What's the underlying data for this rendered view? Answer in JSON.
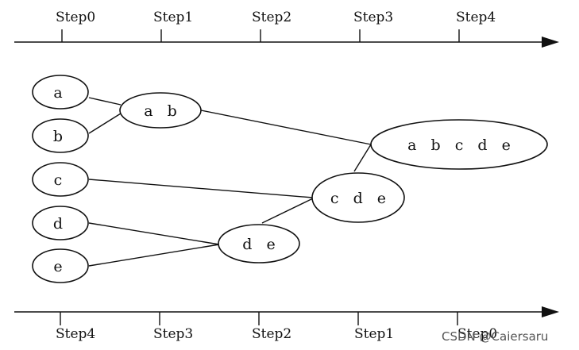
{
  "top_axis": {
    "steps": [
      "Step0",
      "Step1",
      "Step2",
      "Step3",
      "Step4"
    ]
  },
  "bottom_axis": {
    "steps": [
      "Step4",
      "Step3",
      "Step2",
      "Step1",
      "Step0"
    ]
  },
  "nodes": {
    "a": "a",
    "b": "b",
    "c": "c",
    "d": "d",
    "e": "e",
    "ab": "a b",
    "de": "d e",
    "cde": "c d e",
    "abcde": "a b c d e"
  },
  "watermark": "CSDN @Caiersaru"
}
